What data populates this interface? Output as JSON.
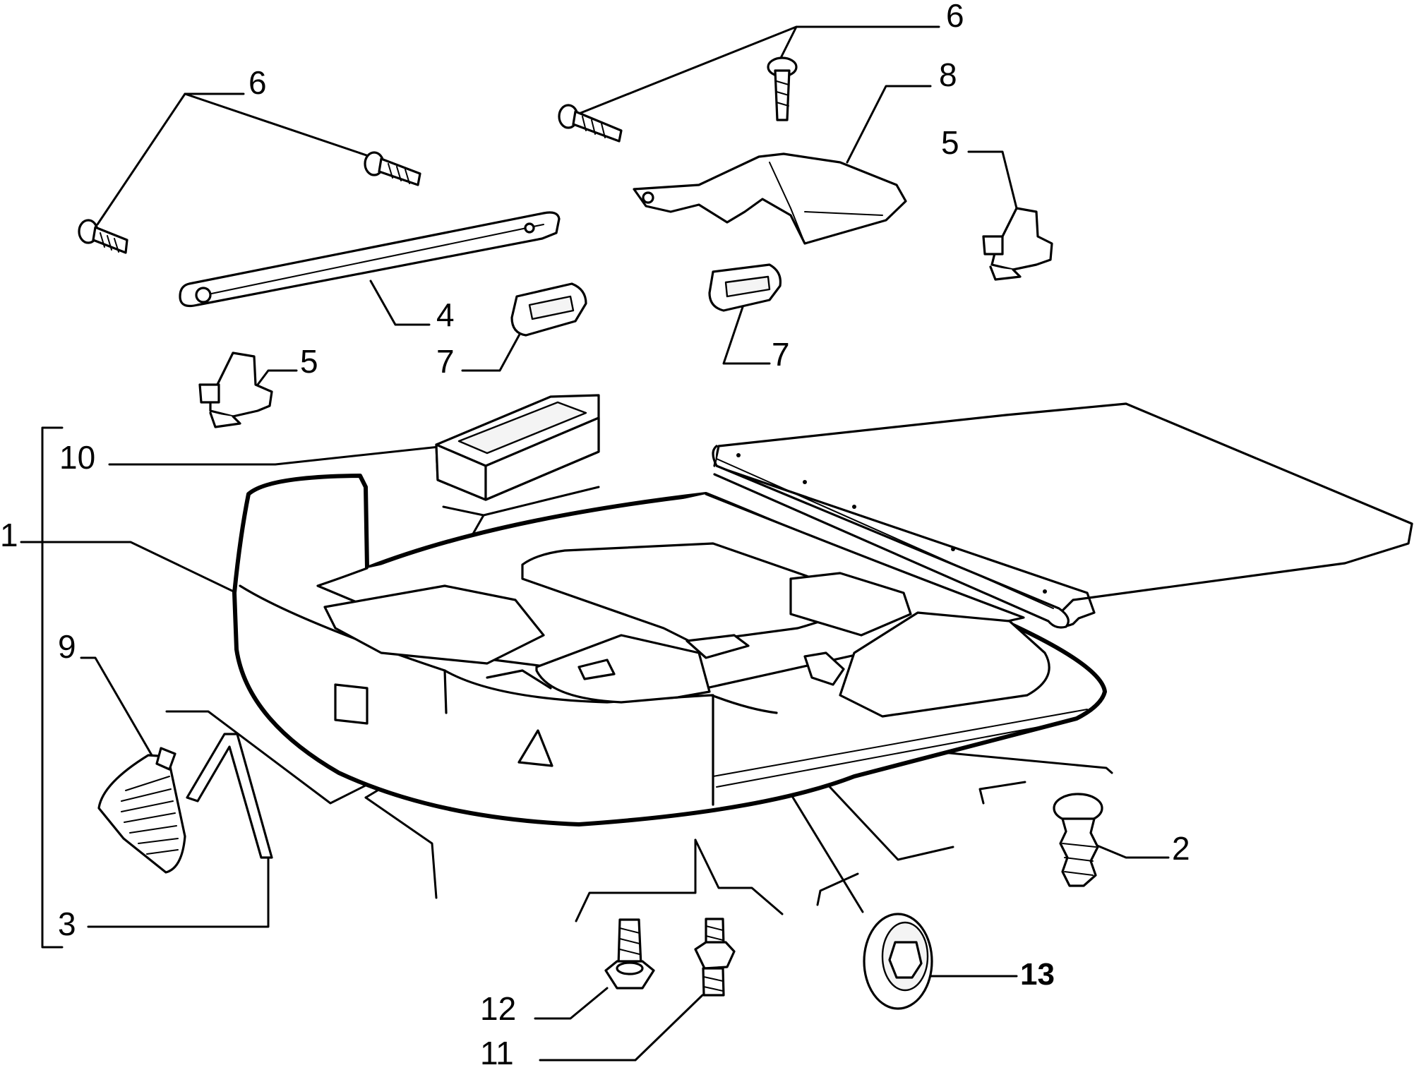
{
  "callouts": {
    "c1": "1",
    "c2": "2",
    "c3": "3",
    "c4": "4",
    "c5a": "5",
    "c5b": "5",
    "c6a": "6",
    "c6b": "6",
    "c7a": "7",
    "c7b": "7",
    "c8": "8",
    "c9": "9",
    "c10": "10",
    "c11": "11",
    "c12": "12",
    "c13": "13"
  }
}
